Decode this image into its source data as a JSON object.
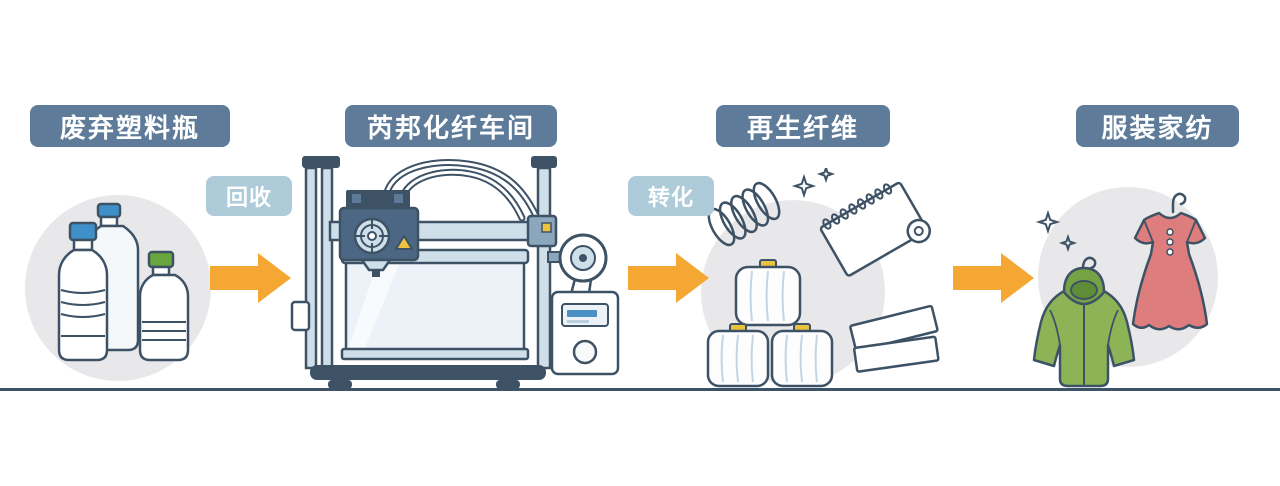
{
  "colors": {
    "stage_label_bg": "#5e7c99",
    "stage_label_text": "#ffffff",
    "flow_label_bg": "#aecbd9",
    "flow_label_text": "#ffffff",
    "arrow_fill": "#f5a733",
    "outline": "#3e5266",
    "circle_bg": "#e8e8ea",
    "ground_line": "#3e5266",
    "machine_light_blue": "#cfdfea",
    "bottle_cap_blue": "#3f8fc9",
    "bottle_cap_green": "#6aa63f",
    "spool_cap_yellow": "#e9c23f",
    "jacket_green": "#8cb456",
    "dress_pink": "#dd7d7d"
  },
  "stages": [
    {
      "label": "废弃塑料瓶",
      "icon": "plastic-bottles-icon"
    },
    {
      "label": "芮邦化纤车间",
      "icon": "fiber-workshop-machine-icon"
    },
    {
      "label": "再生纤维",
      "icon": "recycled-fiber-icon"
    },
    {
      "label": "服装家纺",
      "icon": "clothing-textiles-icon"
    }
  ],
  "arrows": [
    {
      "label": "回收"
    },
    {
      "label": "转化"
    },
    {
      "label": ""
    }
  ]
}
